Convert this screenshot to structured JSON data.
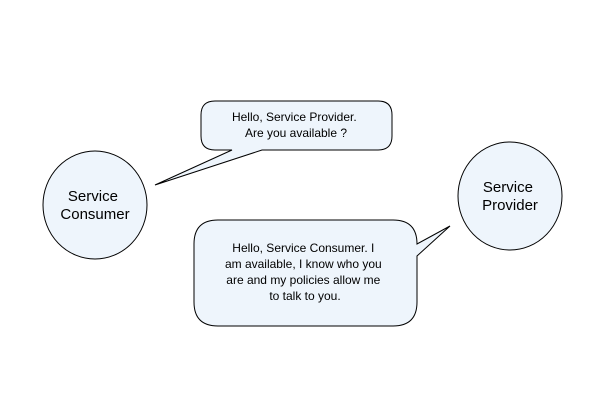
{
  "colors": {
    "background": "#ffffff",
    "shape_fill": "#eef5fc",
    "shape_stroke": "#000000",
    "text": "#000000"
  },
  "nodes": {
    "consumer": {
      "lines": [
        "Service",
        "Consumer"
      ]
    },
    "provider": {
      "lines": [
        "Service",
        "Provider"
      ]
    }
  },
  "bubbles": {
    "consumer_message": {
      "lines": [
        "Hello, Service Provider.",
        "Are you available ?"
      ]
    },
    "provider_message": {
      "lines": [
        "Hello, Service Consumer.  I",
        "am available, I know who you",
        "are and my policies allow me",
        "to talk to you."
      ]
    }
  }
}
